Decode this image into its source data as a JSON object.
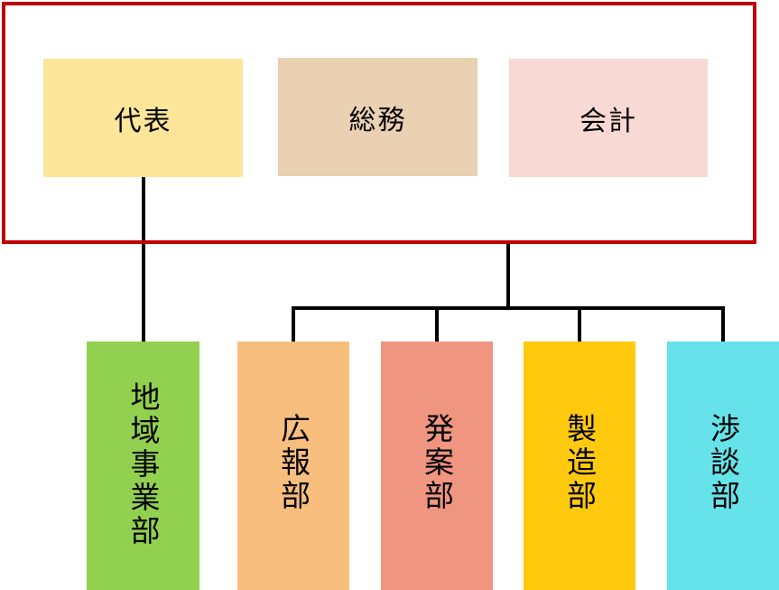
{
  "executives": [
    {
      "label": "代表",
      "color": "#fde599"
    },
    {
      "label": "総務",
      "color": "#e9d1b1"
    },
    {
      "label": "会計",
      "color": "#f9d9d4"
    }
  ],
  "departments": [
    {
      "label": "地域事業部",
      "color": "#92d050"
    },
    {
      "label": "広報部",
      "color": "#f8be7e"
    },
    {
      "label": "発案部",
      "color": "#f09580"
    },
    {
      "label": "製造部",
      "color": "#ffc90e"
    },
    {
      "label": "渉談部",
      "color": "#66e3ea"
    }
  ],
  "colors": {
    "frame": "#c00000",
    "line": "#000000"
  }
}
